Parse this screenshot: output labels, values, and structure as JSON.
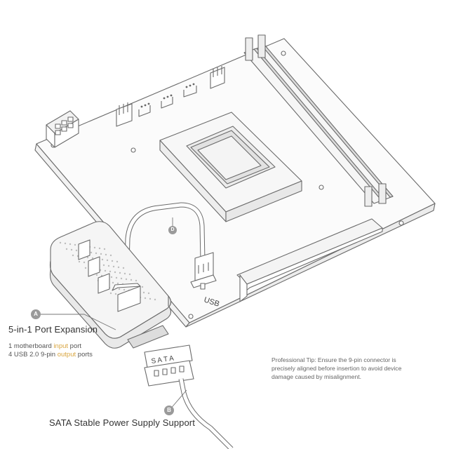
{
  "callouts": {
    "a": {
      "badge": "A",
      "title": "5-in-1 Port Expansion",
      "line1_pre": "1 motherboard ",
      "line1_accent": "input",
      "line1_post": " port",
      "line2_pre": "4 USB 2.0 9-pin ",
      "line2_accent": "output",
      "line2_post": " ports"
    },
    "b": {
      "badge": "B",
      "title": "SATA Stable Power Supply Support"
    },
    "d": {
      "badge": "D"
    }
  },
  "tip": "Professional Tip: Ensure the 9-pin connector is precisely aligned before insertion to avoid device damage caused by misalignment.",
  "connector_labels": {
    "usb": "USB",
    "sata": "S A T A"
  },
  "colors": {
    "accent": "#d9a640",
    "line": "#666666",
    "badge": "#9a9a9a"
  }
}
